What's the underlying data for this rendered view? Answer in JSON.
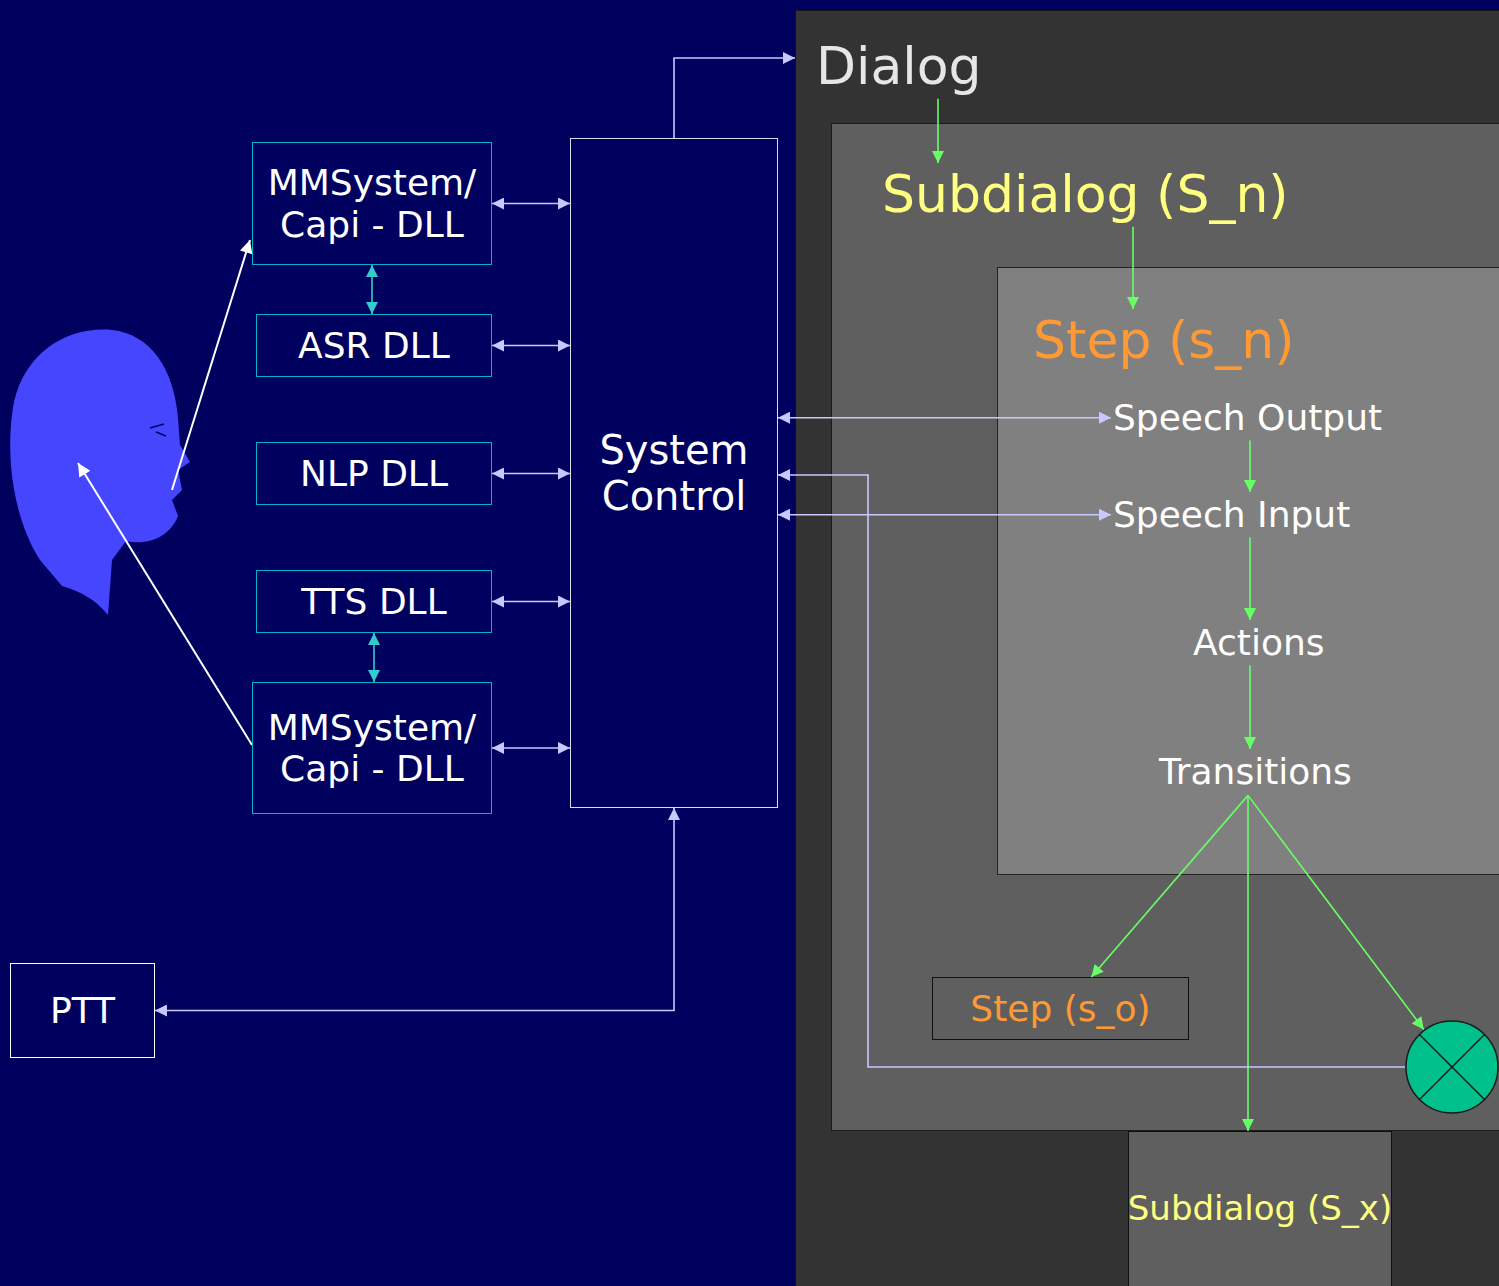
{
  "diagram": {
    "nodes": [
      {
        "text": [
          "MMSystem/ Capi - DLL"
        ]
      },
      {
        "text": [
          "ASR DLL"
        ]
      },
      {
        "text": [
          "NLP DLL"
        ]
      },
      {
        "text": [
          "TTS DLL"
        ]
      },
      {
        "text": [
          "MMSystem/ Capi - DLL"
        ]
      },
      {
        "text": [
          "System Control"
        ]
      },
      {
        "text": [
          "PTT"
        ]
      },
      {
        "text": [
          "Dialog"
        ]
      },
      {
        "text": [
          "Subdialog (S_n)"
        ],
        "in": 7
      },
      {
        "text": [
          "Step (s_n)"
        ],
        "in": 8
      },
      {
        "text": [
          "Speech Output"
        ],
        "in": 9
      },
      {
        "text": [
          "Speech Input"
        ],
        "in": 9
      },
      {
        "text": [
          "Actions"
        ],
        "in": 9
      },
      {
        "text": [
          "Transitions"
        ],
        "in": 9
      },
      {
        "text": [
          "Step (s_o)"
        ],
        "in": 8
      },
      {
        "text": [],
        "in": 8
      },
      {
        "text": [
          "Subdialog (S_x)"
        ],
        "in": 7
      }
    ],
    "edges": [
      {
        "from": 0,
        "to": 5,
        "arrow": "both"
      },
      {
        "from": 1,
        "to": 5,
        "arrow": "both"
      },
      {
        "from": 2,
        "to": 5,
        "arrow": "both"
      },
      {
        "from": 3,
        "to": 5,
        "arrow": "both"
      },
      {
        "from": 4,
        "to": 5,
        "arrow": "both"
      },
      {
        "from": 0,
        "to": 1,
        "arrow": "both"
      },
      {
        "from": 3,
        "to": 4,
        "arrow": "both"
      },
      {
        "from": 5,
        "to": 7,
        "arrow": "to"
      },
      {
        "from": 7,
        "to": 8,
        "arrow": "to"
      },
      {
        "from": 8,
        "to": 9,
        "arrow": "to"
      },
      {
        "from": 5,
        "to": 10,
        "arrow": "both"
      },
      {
        "from": 5,
        "to": 11,
        "arrow": "both"
      },
      {
        "from": 10,
        "to": 11,
        "arrow": "to"
      },
      {
        "from": 11,
        "to": 12,
        "arrow": "to"
      },
      {
        "from": 12,
        "to": 13,
        "arrow": "to"
      },
      {
        "from": 13,
        "to": 14,
        "arrow": "to"
      },
      {
        "from": 13,
        "to": 16,
        "arrow": "to"
      },
      {
        "from": 13,
        "to": 15,
        "arrow": "to"
      },
      {
        "from": 15,
        "to": 5,
        "arrow": "to"
      },
      {
        "from": 6,
        "to": 5,
        "arrow": "both"
      }
    ]
  }
}
